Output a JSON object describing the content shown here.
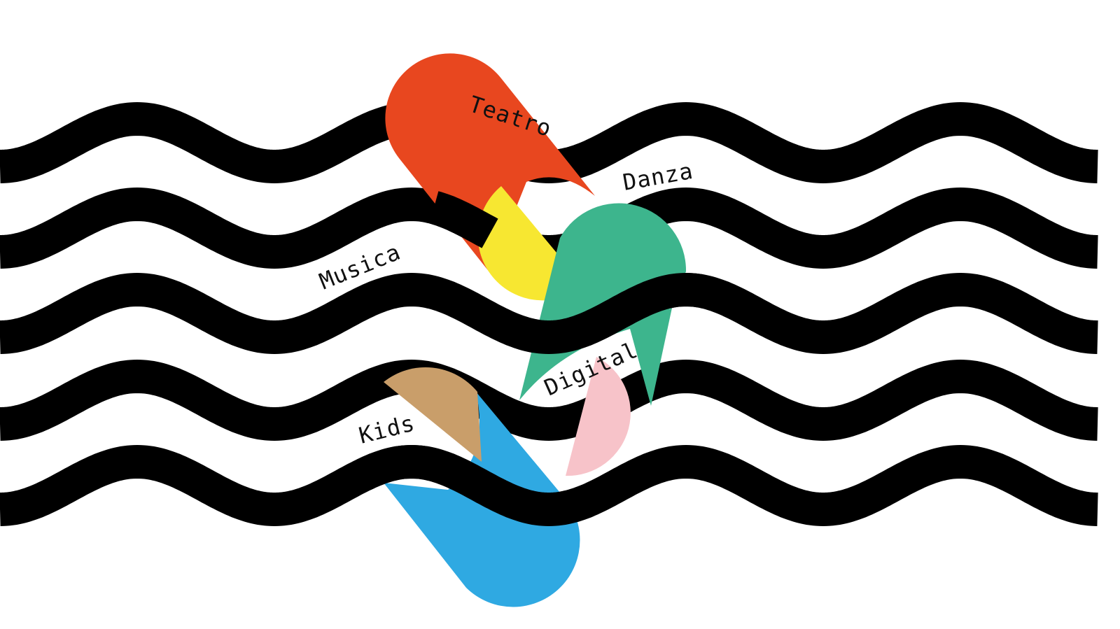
{
  "labels": {
    "teatro": "Teatro",
    "danza": "Danza",
    "musica": "Musica",
    "digital": "Digital",
    "kids": "Kids"
  },
  "colors": {
    "background": "#ffffff",
    "waves": "#000000",
    "teatro": "#e8471f",
    "musica": "#f7e731",
    "danza": "#3db58d",
    "digital": "#f7c3c9",
    "kids": "#2fa9e2",
    "kids_accent": "#c99e6a"
  }
}
